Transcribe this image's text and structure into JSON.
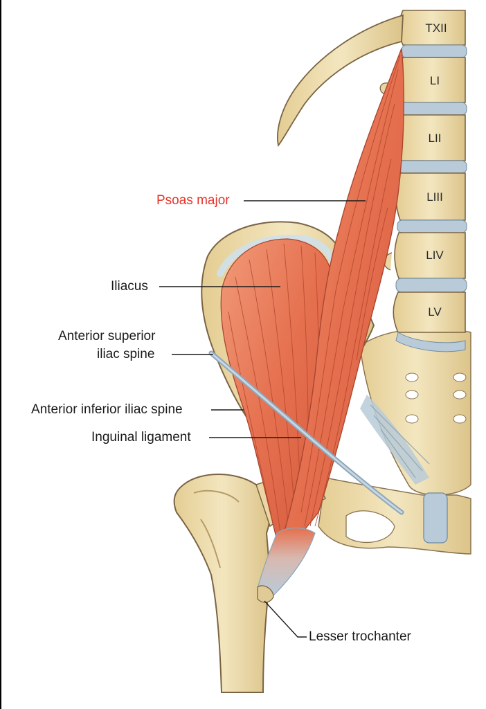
{
  "vertebrae": {
    "t12": "TXII",
    "l1": "LI",
    "l2": "LII",
    "l3": "LIII",
    "l4": "LIV",
    "l5": "LV"
  },
  "labels": {
    "psoas_major": "Psoas major",
    "iliacus": "Iliacus",
    "asis_line1": "Anterior superior",
    "asis_line2": "iliac spine",
    "aiis": "Anterior inferior iliac spine",
    "inguinal_ligament": "Inguinal ligament",
    "lesser_trochanter": "Lesser trochanter"
  },
  "colors": {
    "muscle": "#e77a5a",
    "muscle_dark": "#c8543a",
    "bone": "#eedcae",
    "bone_shadow": "#c9b07a",
    "cartilage": "#b8ccd8",
    "ligament": "#9fb6c8",
    "highlight_label": "#e8332a"
  }
}
